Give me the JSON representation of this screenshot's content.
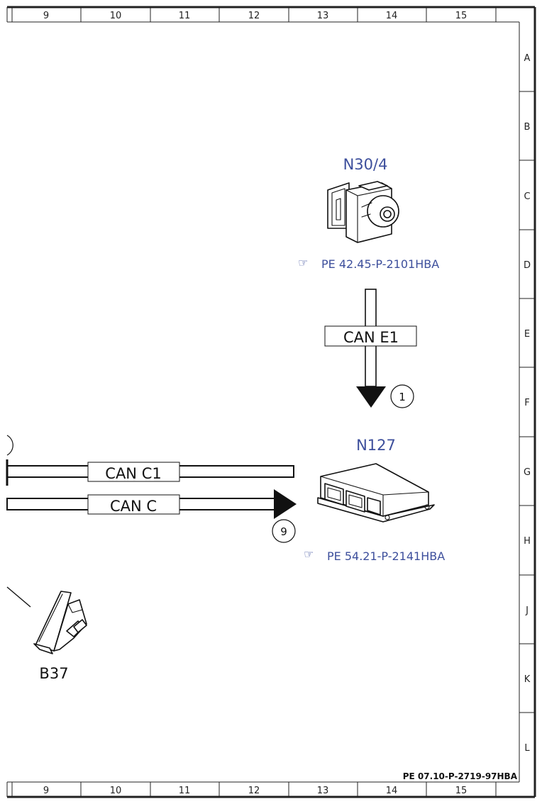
{
  "grid": {
    "columns": [
      "9",
      "10",
      "11",
      "12",
      "13",
      "14",
      "15"
    ],
    "rows": [
      "A",
      "B",
      "C",
      "D",
      "E",
      "F",
      "G",
      "H",
      "J",
      "K",
      "L"
    ]
  },
  "components": {
    "n30_4": {
      "title": "N30/4",
      "reference": "PE 42.45-P-2101HBA",
      "icon": "pointing-hand-icon"
    },
    "n127": {
      "title": "N127",
      "reference": "PE 54.21-P-2141HBA",
      "icon": "pointing-hand-icon"
    },
    "b37": {
      "title": "B37"
    }
  },
  "buses": {
    "can_e1": "CAN E1",
    "can_c1": "CAN C1",
    "can_c": "CAN C"
  },
  "markers": {
    "can_e1_marker": "1",
    "can_c_marker": "9"
  },
  "footer": {
    "document_ref": "PE 07.10-P-2719-97HBA"
  }
}
